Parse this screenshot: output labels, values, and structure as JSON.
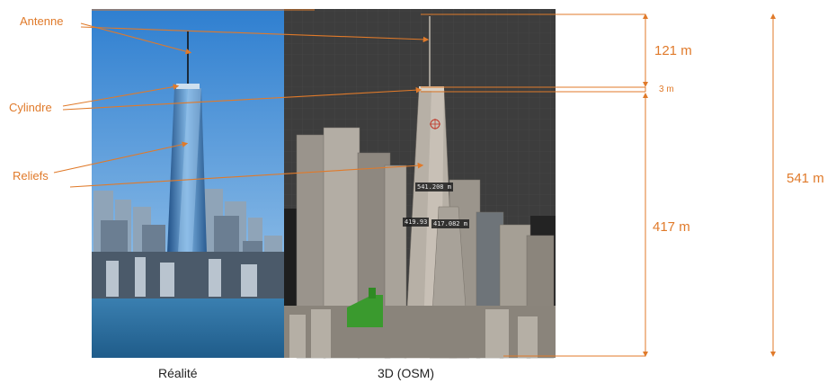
{
  "labels": {
    "antenne": "Antenne",
    "cylindre": "Cylindre",
    "reliefs": "Reliefs"
  },
  "measurements": {
    "antenna_height": "121 m",
    "cylinder_height": "3 m",
    "body_height": "417 m",
    "total_height": "541 m"
  },
  "viewport_tags": {
    "top": "541.208 m",
    "left": "419.93",
    "right": "417.082 m"
  },
  "captions": {
    "left": "Réalité",
    "right": "3D (OSM)"
  },
  "colors": {
    "annotation": "#e07a2a",
    "sky": "#5aa0d8",
    "viewport_bg": "#3d3d3d"
  }
}
